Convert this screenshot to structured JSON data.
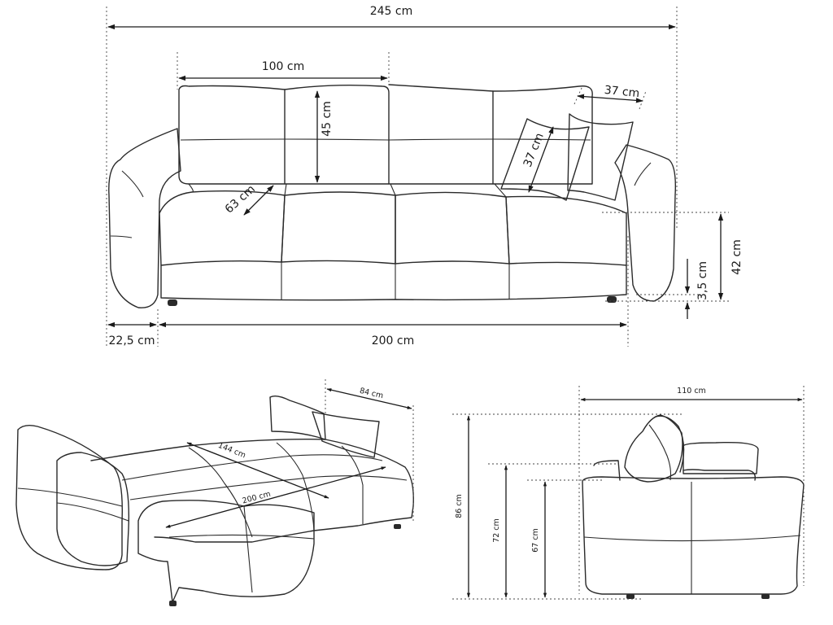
{
  "front_view": {
    "total_width": "245 cm",
    "backrest_width": "100 cm",
    "backrest_height": "45 cm",
    "pillow_width": "37 cm",
    "pillow_diagonal": "37 cm",
    "seat_depth": "63 cm",
    "seat_height": "42 cm",
    "leg_height": "3,5 cm",
    "armrest_width": "22,5 cm",
    "seat_width": "200 cm"
  },
  "bed_view": {
    "depth": "84 cm",
    "bed_width": "144 cm",
    "bed_length": "200 cm"
  },
  "side_view": {
    "depth": "110 cm",
    "total_height": "86 cm",
    "armrest_height": "72 cm",
    "seat_height": "67 cm"
  }
}
